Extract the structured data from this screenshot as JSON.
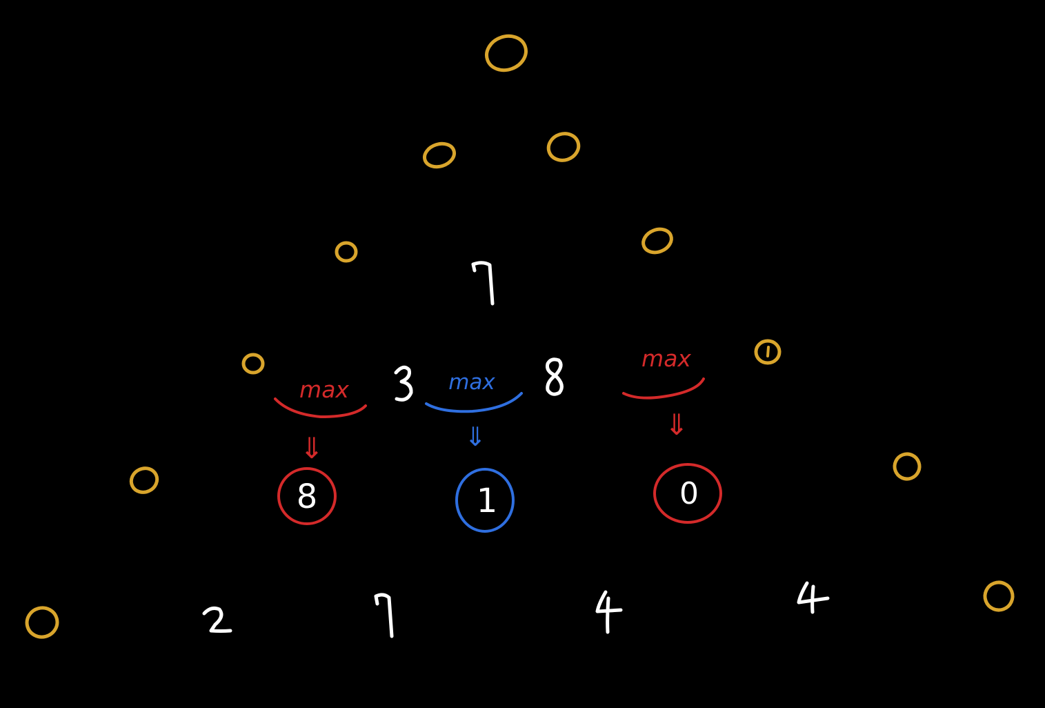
{
  "colors": {
    "background": "#000000",
    "gold": "#d9a52c",
    "white": "#ffffff",
    "red": "#d42a2a",
    "blue": "#2f6fe0"
  },
  "zeros": [
    {
      "label": "0"
    },
    {
      "label": "0"
    },
    {
      "label": "0"
    },
    {
      "label": "0"
    },
    {
      "label": "0"
    },
    {
      "label": "0"
    },
    {
      "label": "0"
    },
    {
      "label": "0"
    },
    {
      "label": "0"
    },
    {
      "label": "0"
    },
    {
      "label": "0"
    }
  ],
  "numbers": {
    "row1_7": "7",
    "row2_3": "3",
    "row2_8": "8",
    "row4_2": "2",
    "row4_7": "7",
    "row4_4a": "4",
    "row4_4b": "4"
  },
  "operations": [
    {
      "word": "max",
      "color": "red",
      "arrow": "⇓",
      "result": "8"
    },
    {
      "word": "max",
      "color": "blue",
      "arrow": "⇓",
      "result": "1"
    },
    {
      "word": "max",
      "color": "red",
      "arrow": "⇓",
      "result": "0"
    }
  ]
}
